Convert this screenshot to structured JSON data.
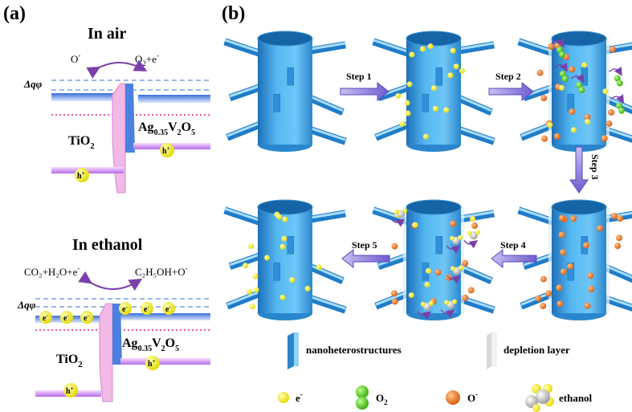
{
  "panel_a": {
    "label": "(a)",
    "air": {
      "title": "In air",
      "reaction_left": "O",
      "reaction_left_sup": "-",
      "reaction_right": "O",
      "reaction_right_sub": "2",
      "reaction_right_tail": "+e",
      "reaction_right_sup": "-",
      "barrier_label": "Δqφ",
      "left_material": "TiO",
      "left_material_sub": "2",
      "right_material_pre": "Ag",
      "right_material_sub1": "0.35",
      "right_material_mid": "V",
      "right_material_sub2": "2",
      "right_material_end": "O",
      "right_material_sub3": "5",
      "hole": "h",
      "hole_sup": "+"
    },
    "ethanol": {
      "title": "In ethanol",
      "reaction_left": "CO₂+H₂O+e",
      "reaction_left_sup": "-",
      "reaction_right": "C₂H₅OH+O",
      "reaction_right_sup": "-",
      "barrier_label": "Δqφ",
      "electron": "e",
      "electron_sup": "-",
      "left_material": "TiO",
      "left_material_sub": "2",
      "right_material_pre": "Ag",
      "right_material_sub1": "0.35",
      "right_material_mid": "V",
      "right_material_sub2": "2",
      "right_material_end": "O",
      "right_material_sub3": "5",
      "hole": "h",
      "hole_sup": "+"
    }
  },
  "panel_b": {
    "label": "(b)",
    "steps": [
      "Step 1",
      "Step 2",
      "Step 3",
      "Step 4",
      "Step 5"
    ],
    "legend": {
      "nano": "nanoheterostructures",
      "depletion": "depletion layer",
      "electron": "e",
      "electron_sup": "-",
      "oxygen": "O",
      "oxygen_sub": "2",
      "oxygen_ion": "O",
      "oxygen_ion_sup": "-",
      "ethanol": "ethanol"
    }
  },
  "colors": {
    "cylinder": "#4fb3ef",
    "cylinder_dark": "#1d6fb8",
    "cylinder_top": "#1565a6",
    "arrow": "#7b68d6",
    "electron": "#f4f20a",
    "oxygen_molecule": "#4cc21a",
    "oxygen_ion": "#e8731a",
    "purple_band": "#b46ee6",
    "pink_band": "#f2b8e6"
  }
}
